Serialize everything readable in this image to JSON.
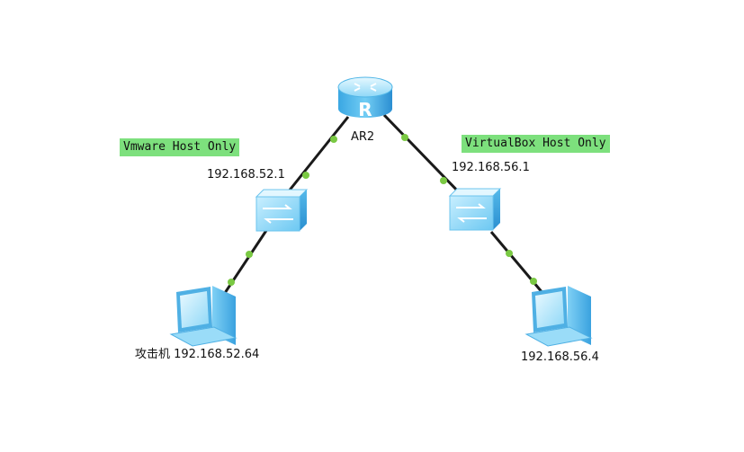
{
  "colors": {
    "segment_label_bg": "#7de07d",
    "link_line": "#1a1a1a",
    "link_dot": "#7ac943",
    "device_light": "#bfeaff",
    "device_mid": "#5fc3f0",
    "device_dark": "#2a8fd0"
  },
  "nodes": {
    "router": {
      "icon": "router-icon",
      "name": "AR2"
    },
    "switch_left": {
      "icon": "switch-icon"
    },
    "switch_right": {
      "icon": "switch-icon"
    },
    "pc_left": {
      "icon": "pc-icon",
      "label": "攻击机 192.168.52.64"
    },
    "pc_right": {
      "icon": "pc-icon",
      "label": "192.168.56.4"
    }
  },
  "segments": {
    "left": {
      "label": "Vmware Host Only",
      "gateway_ip": "192.168.52.1"
    },
    "right": {
      "label": "VirtualBox Host Only",
      "gateway_ip": "192.168.56.1"
    }
  }
}
